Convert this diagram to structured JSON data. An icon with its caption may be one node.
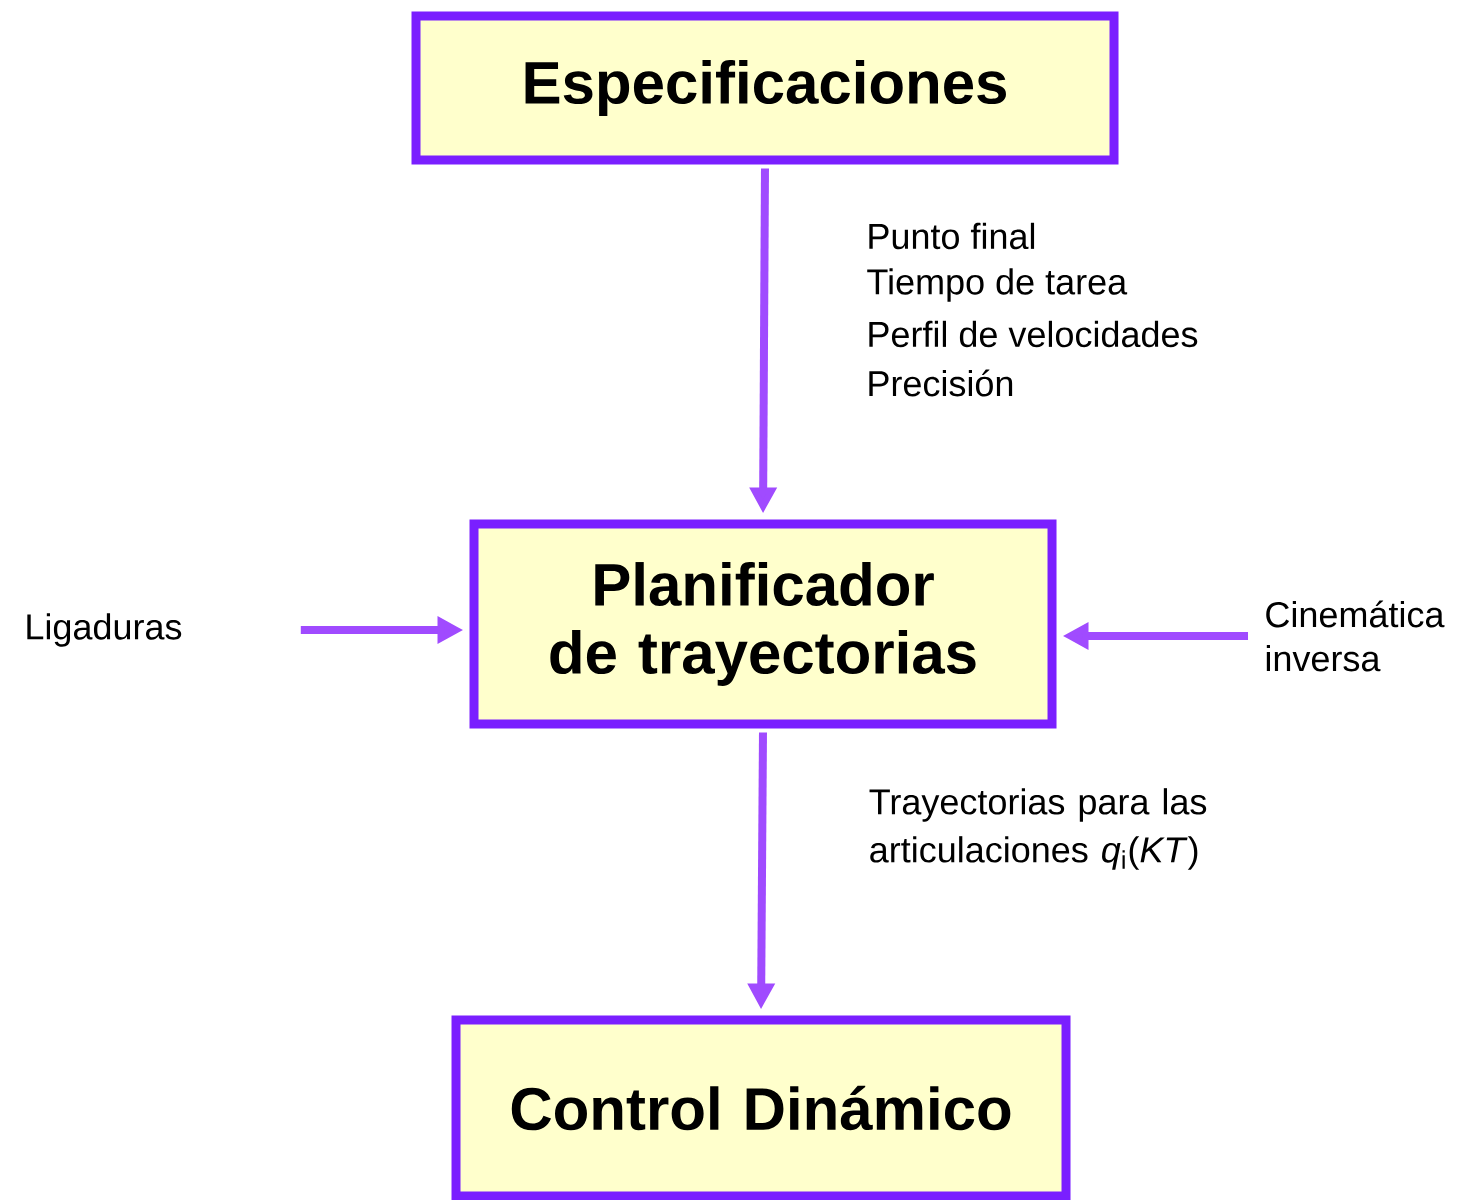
{
  "diagram": {
    "nodes": [
      {
        "text": [
          "Especificaciones"
        ]
      },
      {
        "text": [
          "Planificador de trayectorias"
        ]
      },
      {
        "text": [
          "Control Dinámico"
        ]
      },
      {
        "text": [
          "Ligaduras"
        ]
      },
      {
        "text": [
          "Cinemática inversa"
        ]
      }
    ],
    "edges": [
      {
        "from": 0,
        "to": 1,
        "arrow": "to"
      },
      {
        "from": 1,
        "to": 2,
        "arrow": "to",
        "label": "Trayectorias para las articulaciones *q*$_{i}$(*KT*)"
      },
      {
        "from": 3,
        "to": 1,
        "arrow": "to"
      },
      {
        "from": 4,
        "to": 1,
        "arrow": "to"
      }
    ],
    "labels": [
      "Punto final",
      "Tiempo de tarea",
      "Perfil de velocidades",
      "Precisión"
    ]
  }
}
